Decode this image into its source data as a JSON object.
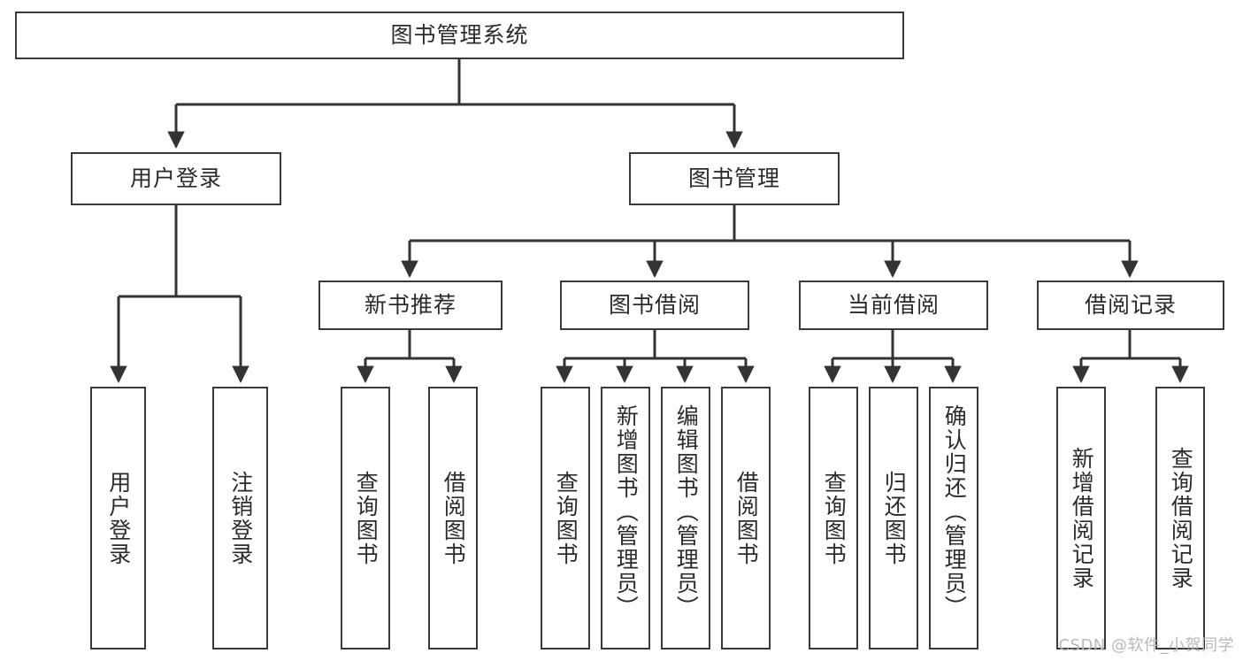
{
  "diagram": {
    "title": "图书管理系统",
    "type": "tree",
    "colors": {
      "background": "#ffffff",
      "box_border": "#3a3a3a",
      "box_fill": "#ffffff",
      "text": "#2b2b2b",
      "edge": "#333333",
      "watermark": "#b9b9b9"
    },
    "root": {
      "label": "图书管理系统"
    },
    "level2": [
      {
        "label": "用户登录"
      },
      {
        "label": "图书管理"
      }
    ],
    "level3": [
      {
        "label": "新书推荐"
      },
      {
        "label": "图书借阅"
      },
      {
        "label": "当前借阅"
      },
      {
        "label": "借阅记录"
      }
    ],
    "leaves": {
      "user_login": [
        {
          "label": "用户登录"
        },
        {
          "label": "注销登录"
        }
      ],
      "new_book_recommend": [
        {
          "label": "查询图书"
        },
        {
          "label": "借阅图书"
        }
      ],
      "book_borrow": [
        {
          "label": "查询图书"
        },
        {
          "label": "新增图书（管理员）"
        },
        {
          "label": "编辑图书（管理员）"
        },
        {
          "label": "借阅图书"
        }
      ],
      "current_borrow": [
        {
          "label": "查询图书"
        },
        {
          "label": "归还图书"
        },
        {
          "label": "确认归还（管理员）"
        }
      ],
      "borrow_record": [
        {
          "label": "新增借阅记录"
        },
        {
          "label": "查询借阅记录"
        }
      ]
    },
    "watermark": "CSDN @软件_小贺同学"
  }
}
